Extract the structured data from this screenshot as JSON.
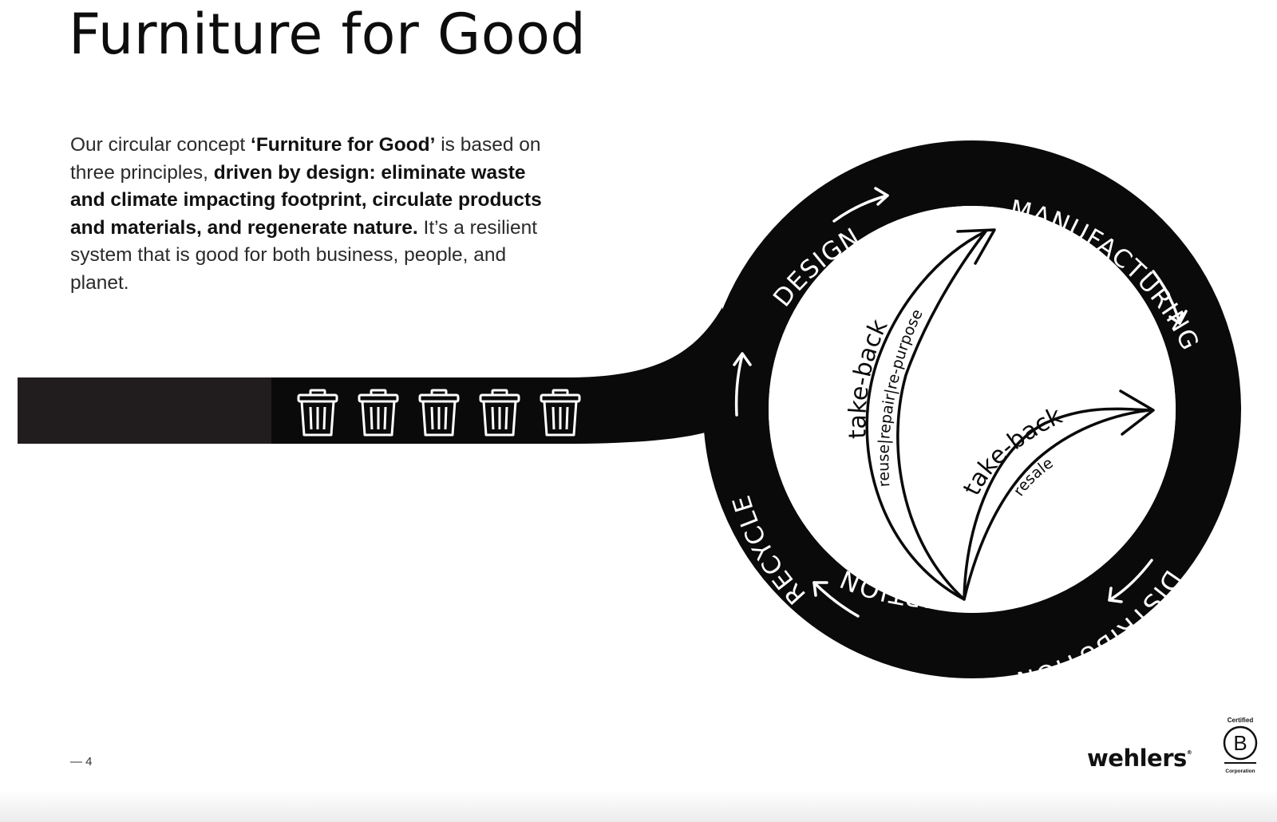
{
  "page": {
    "title": "Furniture for Good",
    "intro": [
      {
        "text": "Our circular concept ",
        "bold": false
      },
      {
        "text": "‘Furniture for Good’",
        "bold": true
      },
      {
        "text": " is based on three principles, ",
        "bold": false
      },
      {
        "text": "driven by design: eliminate waste and climate impacting footprint, circulate products and materials, and regenerate nature.",
        "bold": true
      },
      {
        "text": " It’s a resilient system that is good for both business, people, and planet.",
        "bold": false
      }
    ],
    "page_number": "— 4"
  },
  "diagram": {
    "stages": [
      "MANUFACTURING",
      "DISTRIBUTION",
      "CONSUMPTION",
      "RECYCLE",
      "DESIGN"
    ],
    "take_back_primary": {
      "label": "take-back",
      "sublabel": "reuse|repair|re-purpose"
    },
    "take_back_secondary": {
      "label": "take-back",
      "sublabel": "resale"
    },
    "waste_icons": 5,
    "colors": {
      "ink": "#0a0a0a",
      "band_dark": "#211d1e",
      "paper": "#ffffff"
    }
  },
  "brand": {
    "logo": "wehlers",
    "bcorp_top": "Certified",
    "bcorp_letter": "B",
    "bcorp_bottom": "Corporation"
  }
}
